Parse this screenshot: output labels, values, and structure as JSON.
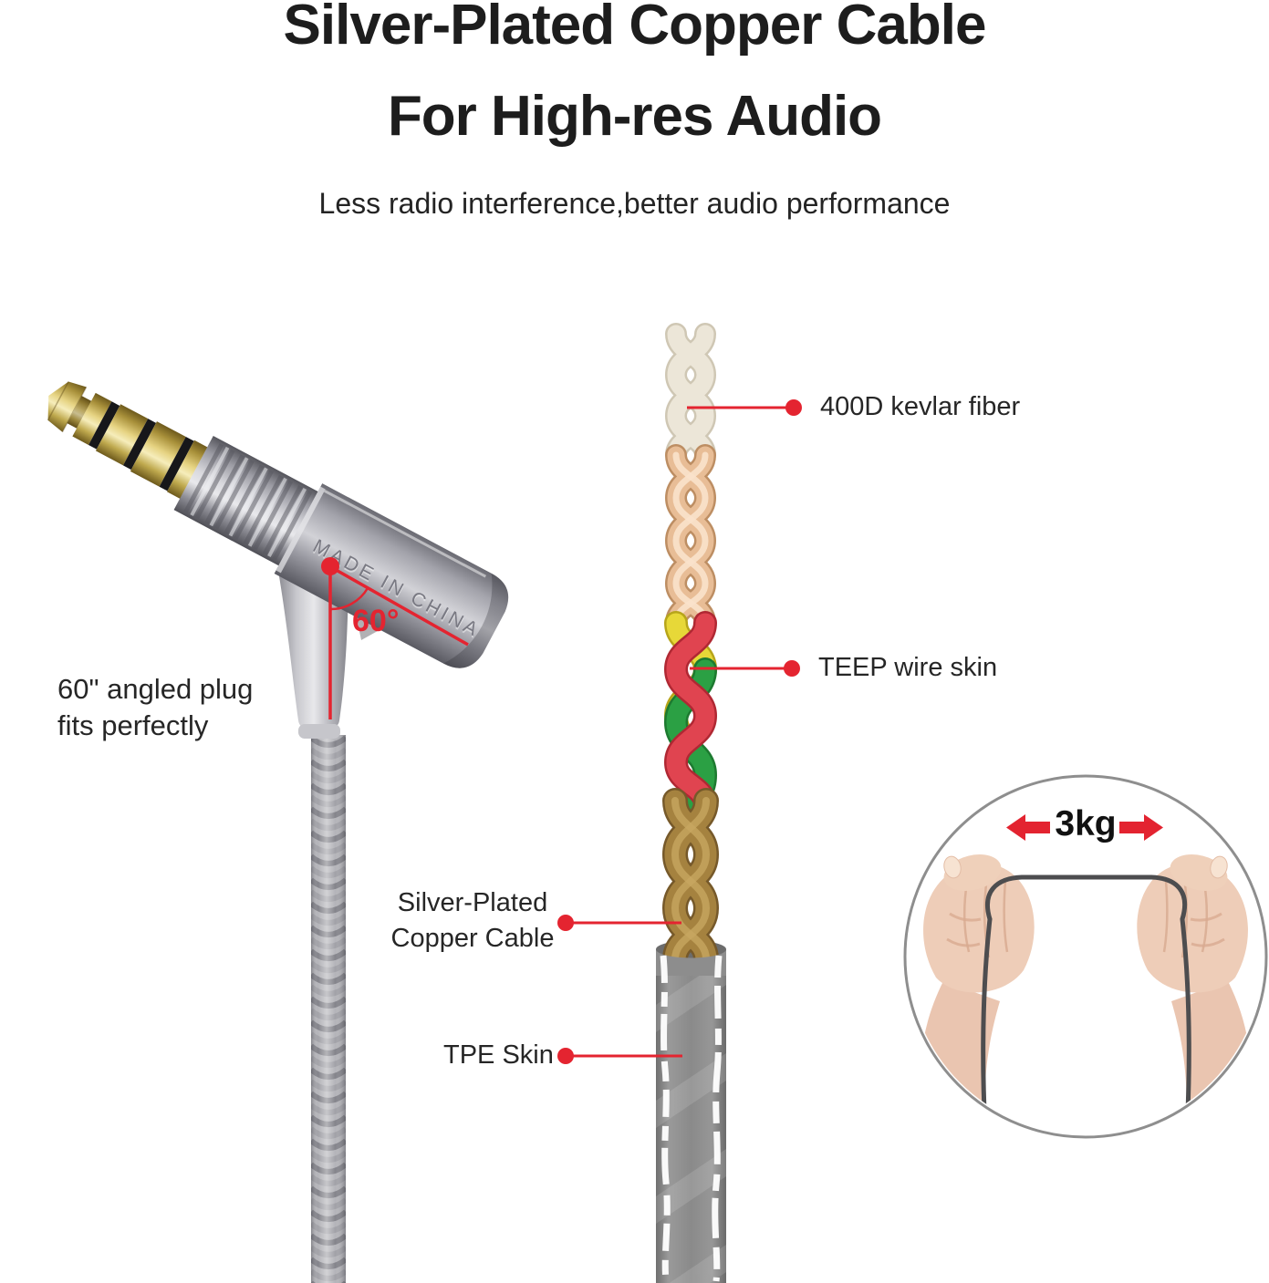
{
  "header": {
    "title_line1": "Silver-Plated Copper Cable",
    "title_line2": "For High-res Audio",
    "subtitle": "Less radio interference,better audio performance"
  },
  "plug": {
    "engraving": "MADE IN CHINA",
    "angle": "60°",
    "caption_line1": "60\" angled plug",
    "caption_line2": "fits perfectly"
  },
  "cable_labels": {
    "kevlar": "400D kevlar fiber",
    "teep": "TEEP wire skin",
    "spc_line1": "Silver-Plated",
    "spc_line2": "Copper Cable",
    "tpe": "TPE Skin"
  },
  "pull_test": {
    "weight": "3kg"
  },
  "colors": {
    "accent_red": "#e42430",
    "title_text": "#1d1d1d",
    "label_text": "#262626",
    "circle_stroke": "#8e8e8e",
    "gold": "#d7c369",
    "silver": "#b9b9bf",
    "kevlar_strand": "#ece6d8",
    "copper_strand": "#e8bd96",
    "wire_yellow": "#e7d838",
    "wire_red": "#e04450",
    "wire_green": "#2ba044",
    "wire_brown": "#a5823f",
    "tpe_gray": "#8a8a8a"
  }
}
